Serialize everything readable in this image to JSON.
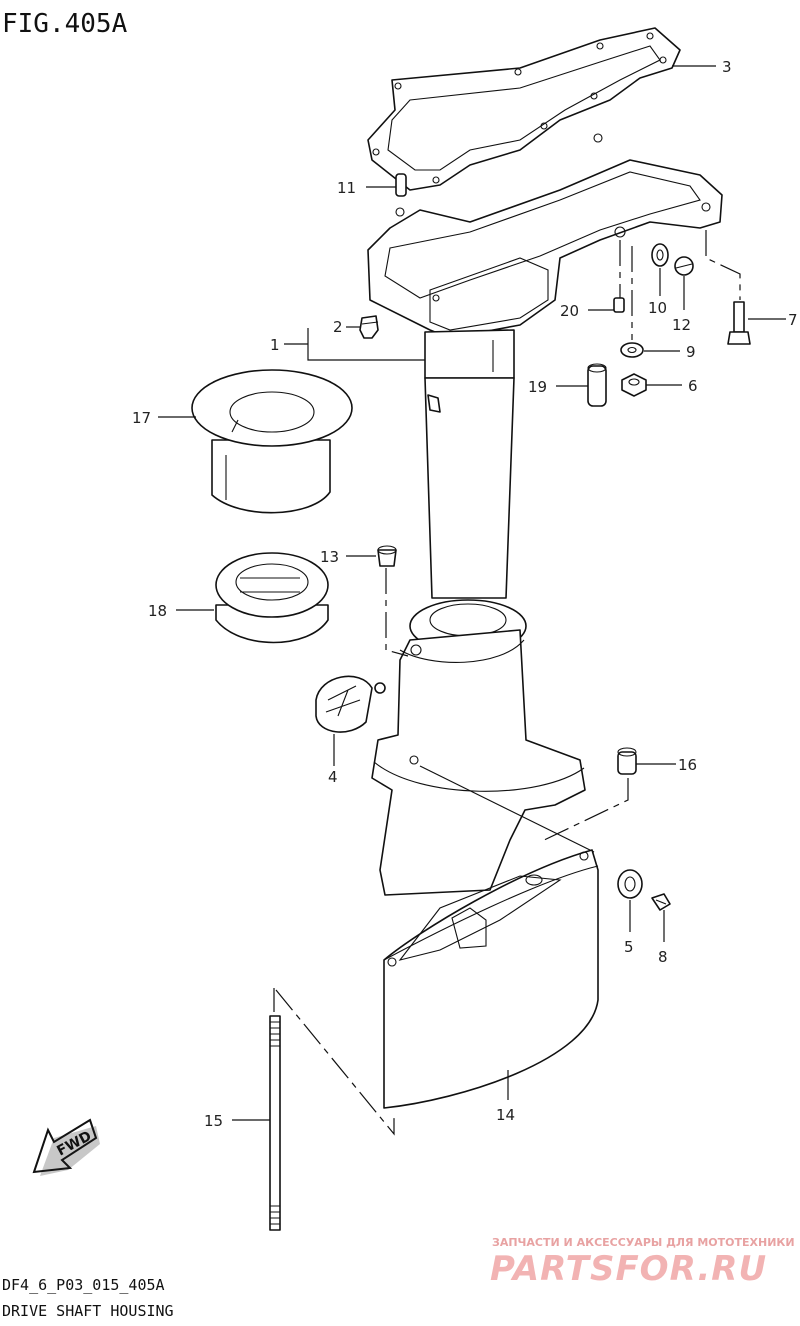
{
  "figure": {
    "title": "FIG.405A",
    "code": "DF4_6_P03_015_405A",
    "name": "DRIVE SHAFT HOUSING"
  },
  "watermark": {
    "tagline": "ЗАПЧАСТИ И АКСЕССУАРЫ ДЛЯ МОТОТЕХНИКИ",
    "brand": "PARTSFOR.RU",
    "color": "#f2b3b3"
  },
  "fwd_label": "FWD",
  "callouts": {
    "c1": "1",
    "c2": "2",
    "c3": "3",
    "c4": "4",
    "c5": "5",
    "c6": "6",
    "c7": "7",
    "c8": "8",
    "c9": "9",
    "c10": "10",
    "c11": "11",
    "c12": "12",
    "c13": "13",
    "c14": "14",
    "c15": "15",
    "c16": "16",
    "c17": "17",
    "c18": "18",
    "c19": "19",
    "c20": "20"
  }
}
